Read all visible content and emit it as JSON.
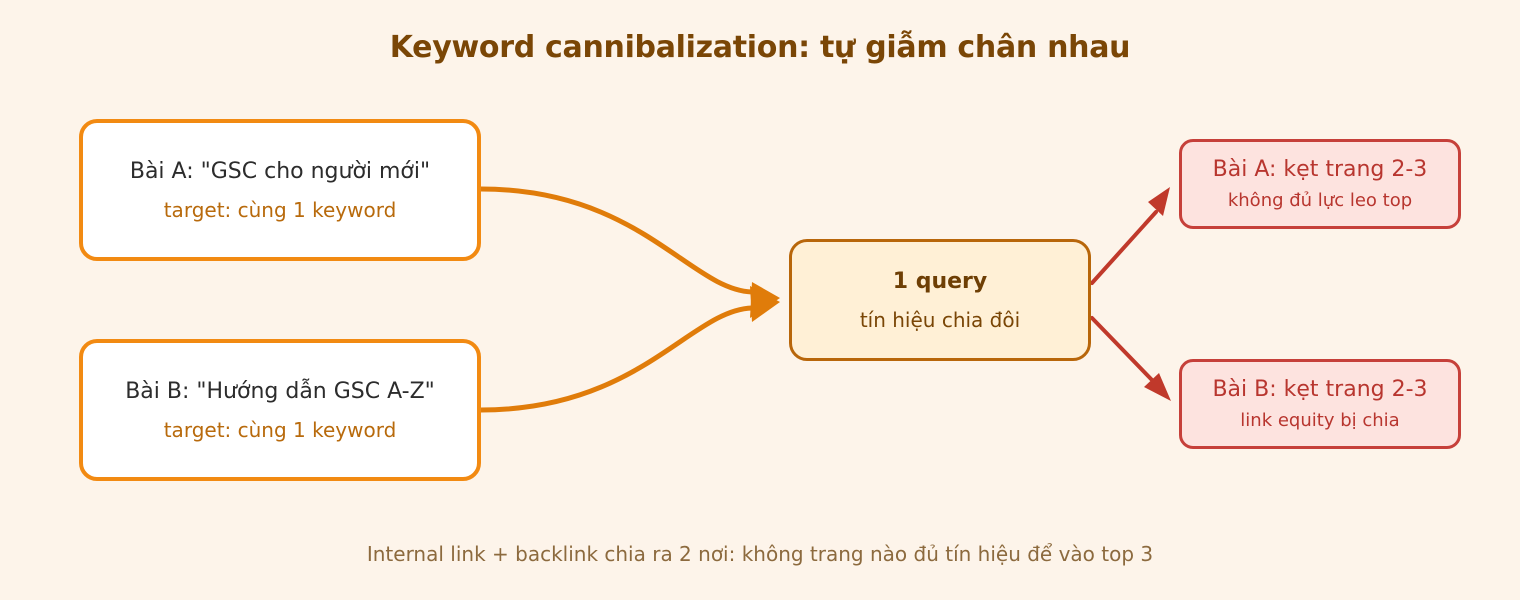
{
  "title": "Keyword cannibalization: tự giẫm chân nhau",
  "sources": [
    {
      "label": "Bài A: \"GSC cho người mới\"",
      "target": "target: cùng 1 keyword"
    },
    {
      "label": "Bài B: \"Hướng dẫn GSC A-Z\"",
      "target": "target: cùng 1 keyword"
    }
  ],
  "query": {
    "label": "1 query",
    "sub": "tín hiệu chia đôi"
  },
  "outcomes": [
    {
      "label": "Bài A: kẹt trang 2-3",
      "sub": "không đủ lực leo top"
    },
    {
      "label": "Bài B: kẹt trang 2-3",
      "sub": "link equity bị chia"
    }
  ],
  "footer": "Internal link + backlink chia ra 2 nơi: không trang nào đủ tín hiệu để vào top 3",
  "colors": {
    "background": "#fdf4ea",
    "title": "#7a4606",
    "source_border": "#f28a12",
    "converge_arrow": "#e07c0a",
    "center_fill": "#fff0d6",
    "center_border": "#b8660a",
    "outcome_fill": "#fde3df",
    "outcome_border": "#c6403a",
    "outcome_arrow": "#c0392b"
  }
}
